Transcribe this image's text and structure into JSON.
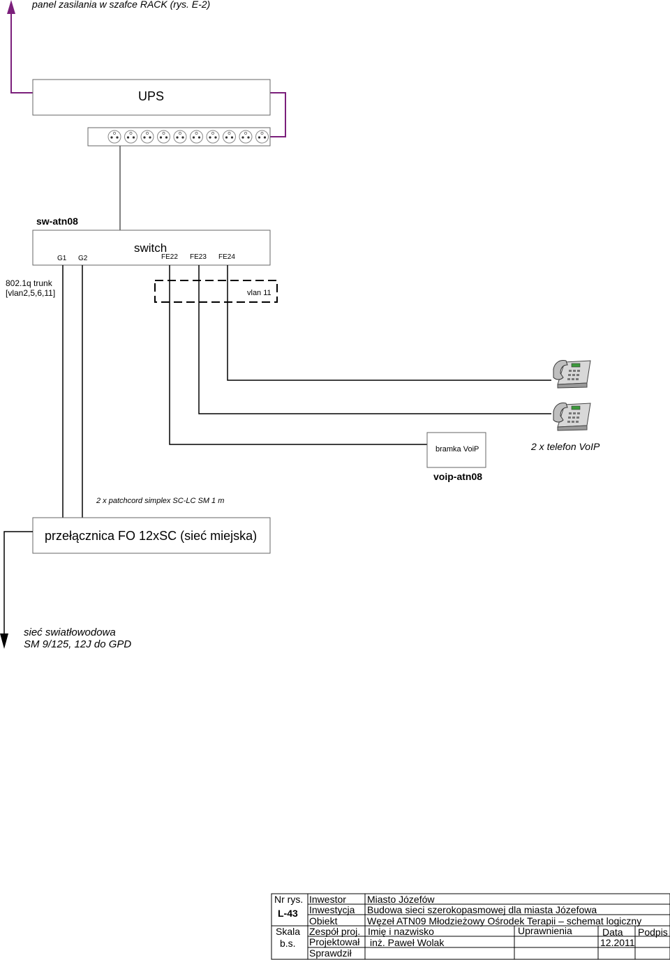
{
  "diagram": {
    "power_panel_label": "panel zasilania w szafce RACK (rys. E-2)",
    "ups_label": "UPS",
    "switch_name": "sw-atn08",
    "switch_label": "switch",
    "ports": {
      "g1": "G1",
      "g2": "G2",
      "fe22": "FE22",
      "fe23": "FE23",
      "fe24": "FE24"
    },
    "trunk_label_line1": "802.1q trunk",
    "trunk_label_line2": "[vlan2,5,6,11]",
    "vlan_label": "vlan 11",
    "gateway_label": "bramka VoiP",
    "gateway_name": "voip-atn08",
    "phones_label": "2 x telefon VoIP",
    "patchcord_label": "2 x patchcord simplex SC-LC SM 1 m",
    "fo_switch_label": "przełącznica FO 12xSC (sieć miejska)",
    "fiber_line1": "sieć swiatłowodowa",
    "fiber_line2": "SM 9/125, 12J do GPD",
    "colors": {
      "power_arrow": "#7b1f7b",
      "lines": "#000000"
    },
    "icons": [
      "socket-icon",
      "desk-phone-icon"
    ]
  },
  "title_block": {
    "nr_rys_label": "Nr rys.",
    "nr_rys_value": "L-43",
    "inwestor_label": "Inwestor",
    "inwestor_value": "Miasto Józefów",
    "inwestycja_label": "Inwestycja",
    "inwestycja_value": "Budowa sieci szerokopasmowej dla miasta Józefowa",
    "obiekt_label": "Obiekt",
    "obiekt_value": "Węzeł ATN09 Młodzieżowy Ośrodek Terapii – schemat logiczny",
    "skala_label": "Skala",
    "skala_value": "b.s.",
    "zespol_label": "Zespół proj.",
    "imie_label": "Imię i nazwisko",
    "uprawnienia_label": "Uprawnienia",
    "data_label": "Data",
    "podpis_label": "Podpis",
    "projektowal_label": "Projektował",
    "projektowal_value": "inż. Paweł Wolak",
    "data_value": "12.2011",
    "sprawdzil_label": "Sprawdził"
  }
}
